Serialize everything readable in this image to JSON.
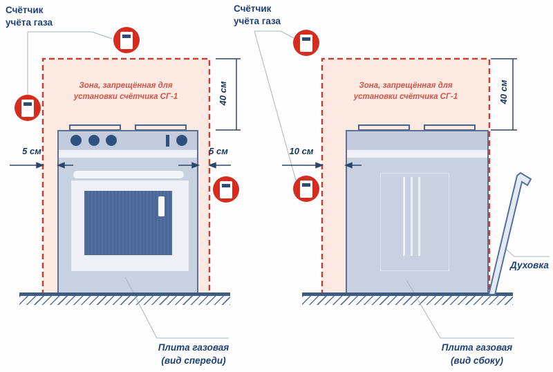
{
  "left": {
    "meter_label": "Счётчик\nучёта газа",
    "zone_text": "Зона, запрещённая для\nустановки счётчика СГ-1",
    "dim_top": "40 см",
    "dim_left": "5 см",
    "dim_right": "5 см",
    "caption": "Плита газовая\n(вид спереди)"
  },
  "right": {
    "meter_label": "Счётчик\nучёта газа",
    "zone_text": "Зона, запрещённая для\nустановки счётчика СГ-1",
    "dim_top": "40 см",
    "dim_back": "10 см",
    "oven_label": "Духовка",
    "caption": "Плита газовая\n(вид сбоку)"
  },
  "colors": {
    "zone_fill": "#fbe9e2",
    "zone_border_red": "#c04237",
    "zone_text_red": "#d4544a",
    "meter_icon_red": "#d42d20",
    "label_navy": "#1d4076",
    "dimension_navy": "#17355d",
    "stove_body": "#c8d1e0",
    "stove_border": "#5c7194",
    "oven_window": "#4e6b9c",
    "floor": "#3d5c80"
  }
}
